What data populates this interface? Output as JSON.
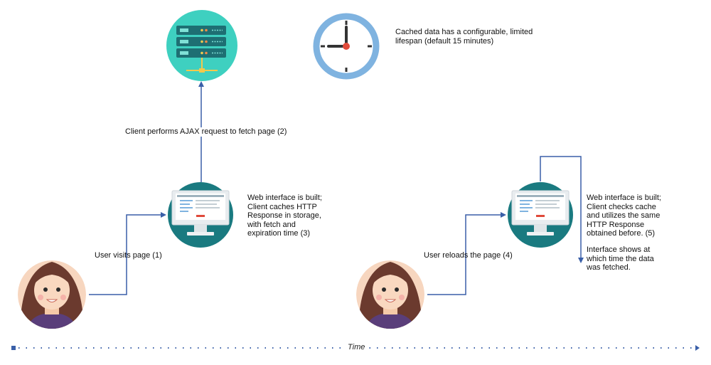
{
  "labels": {
    "cache_lifespan": "Cached data has a configurable, limited\nlifespan (default 15 minutes)",
    "ajax_request": "Client performs AJAX request to fetch page (2)",
    "interface_built_1": "Web interface is built;\nClient caches HTTP\nResponse in storage,\nwith fetch and\nexpiration time (3)",
    "user_visits": "User visits page (1)",
    "user_reloads": "User reloads the page (4)",
    "interface_built_2": "Web interface is built;\nClient checks cache\nand utilizes the same\nHTTP Response\nobtained before. (5)",
    "interface_shows": "Interface shows at\nwhich time the data\nwas fetched.",
    "time": "Time"
  },
  "icons": {
    "server": "server-icon",
    "clock": "clock-icon",
    "monitor": "monitor-icon",
    "user": "user-avatar-icon"
  },
  "colors": {
    "arrow": "#3a5fa8",
    "server_circle": "#3ed0c0",
    "server_body": "#1e6f73",
    "clock_ring": "#7fb3e0",
    "clock_hand": "#333333",
    "clock_center": "#e04a3a",
    "monitor_circle": "#1a7a80",
    "time_axis": "#3a5fa8"
  }
}
